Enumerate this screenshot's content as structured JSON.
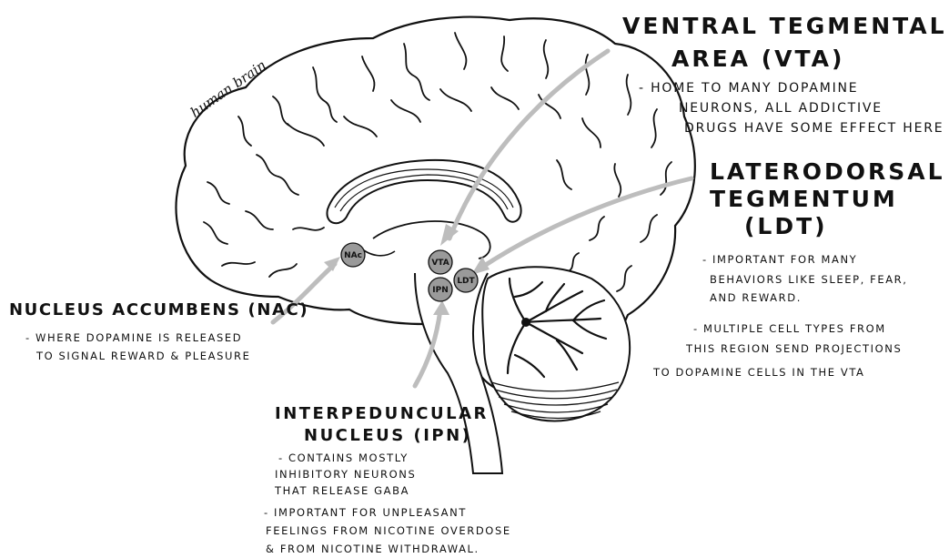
{
  "note": "human brain",
  "regions": [
    {
      "abbr": "NAc",
      "color": "#9a9a9a"
    },
    {
      "abbr": "VTA",
      "color": "#9a9a9a"
    },
    {
      "abbr": "IPN",
      "color": "#9a9a9a"
    },
    {
      "abbr": "LDT",
      "color": "#9a9a9a"
    }
  ],
  "vta": {
    "title_line1": "VENTRAL TEGMENTAL",
    "title_line2": "AREA (VTA)",
    "desc": [
      "- HOME TO MANY DOPAMINE",
      "NEURONS, ALL ADDICTIVE",
      "DRUGS HAVE SOME EFFECT HERE"
    ]
  },
  "ldt": {
    "title_line1": "LATERODORSAL",
    "title_line2": "TEGMENTUM",
    "title_line3": "(LDT)",
    "desc1": [
      "- IMPORTANT FOR MANY",
      "BEHAVIORS LIKE SLEEP, FEAR,",
      "AND REWARD."
    ],
    "desc2": [
      "- MULTIPLE CELL TYPES FROM",
      "THIS REGION SEND PROJECTIONS",
      "TO DOPAMINE CELLS IN THE VTA"
    ]
  },
  "nac": {
    "title": "NUCLEUS ACCUMBENS (NAc)",
    "desc": [
      "- WHERE DOPAMINE IS RELEASED",
      "TO SIGNAL REWARD & PLEASURE"
    ]
  },
  "ipn": {
    "title_line1": "INTERPEDUNCULAR",
    "title_line2": "NUCLEUS (IPN)",
    "desc1": [
      "- CONTAINS MOSTLY",
      "INHIBITORY NEURONS",
      "THAT RELEASE GABA"
    ],
    "desc2": [
      "- IMPORTANT FOR UNPLEASANT",
      "FEELINGS FROM NICOTINE OVERDOSE",
      "& FROM NICOTINE WITHDRAWAL."
    ]
  },
  "colors": {
    "arrow": "#bdbdbd",
    "ink": "#111111",
    "region_fill": "#9a9a9a"
  }
}
